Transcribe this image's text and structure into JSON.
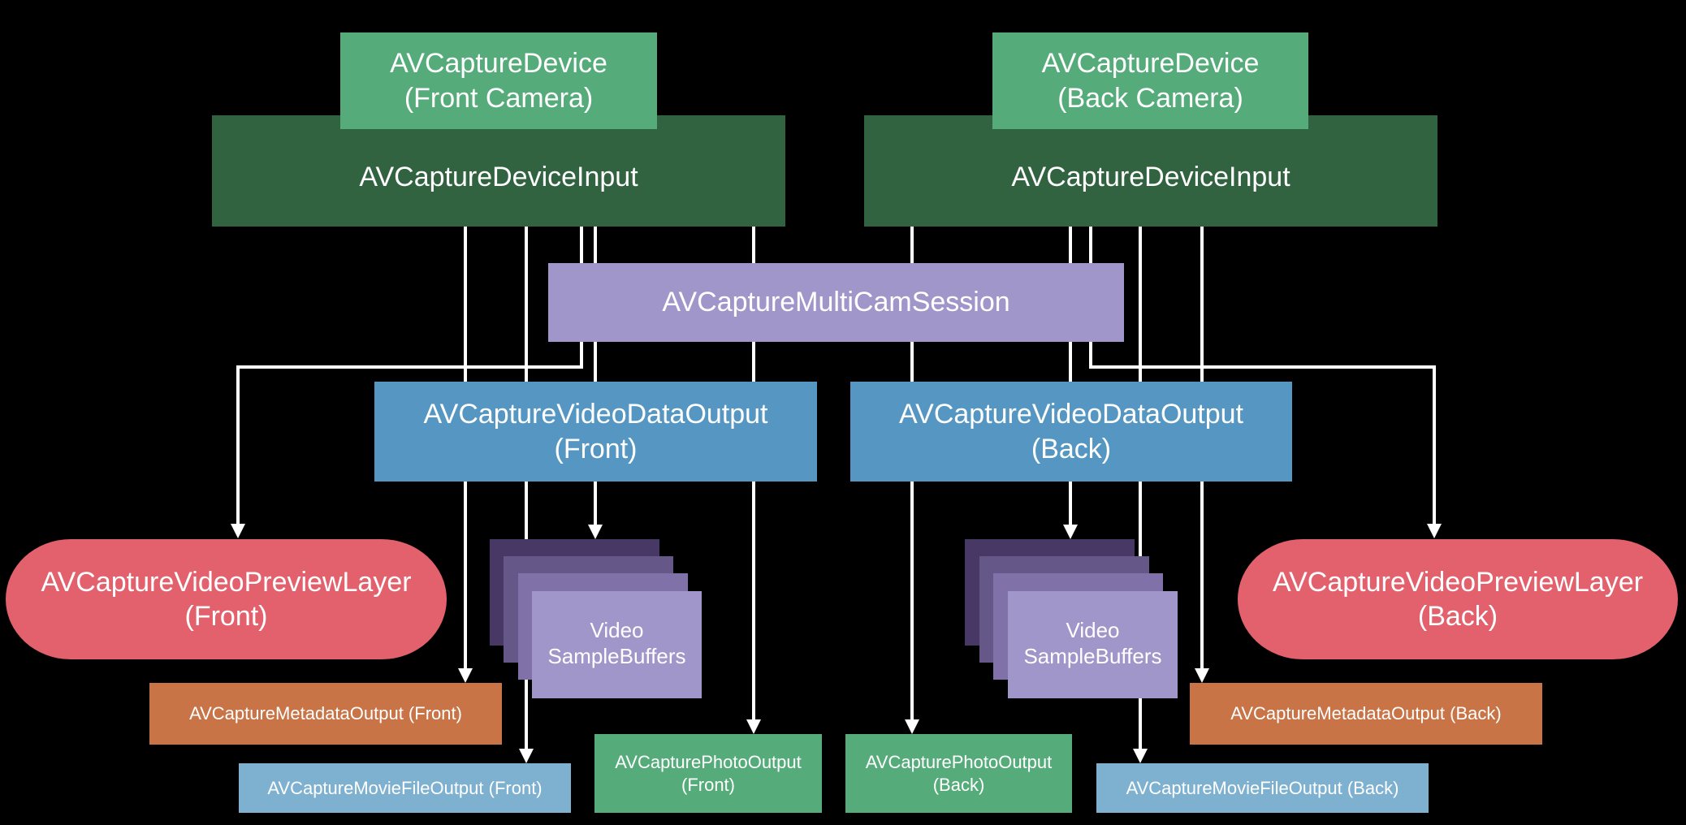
{
  "diagram": {
    "title": "AVCaptureMultiCamSession pipeline",
    "colors": {
      "background": "#000000",
      "device": "#55ac7a",
      "device_input": "#316340",
      "session": "#a096c9",
      "video_data_output": "#5597c2",
      "preview_layer": "#e2616d",
      "metadata_output": "#c97447",
      "movie_file_output": "#7eb0d0",
      "photo_output": "#55ac7a",
      "connector": "#ffffff"
    },
    "front": {
      "device": [
        "AVCaptureDevice",
        "(Front Camera)"
      ],
      "device_input": "AVCaptureDeviceInput",
      "video_data_output": [
        "AVCaptureVideoDataOutput",
        "(Front)"
      ],
      "preview_layer": [
        "AVCaptureVideoPreviewLayer",
        "(Front)"
      ],
      "sample_buffers": [
        "Video",
        "SampleBuffers"
      ],
      "metadata_output": "AVCaptureMetadataOutput (Front)",
      "movie_file_output": "AVCaptureMovieFileOutput (Front)",
      "photo_output": [
        "AVCapturePhotoOutput",
        "(Front)"
      ]
    },
    "session": "AVCaptureMultiCamSession",
    "back": {
      "device": [
        "AVCaptureDevice",
        "(Back Camera)"
      ],
      "device_input": "AVCaptureDeviceInput",
      "video_data_output": [
        "AVCaptureVideoDataOutput",
        "(Back)"
      ],
      "preview_layer": [
        "AVCaptureVideoPreviewLayer",
        "(Back)"
      ],
      "sample_buffers": [
        "Video",
        "SampleBuffers"
      ],
      "metadata_output": "AVCaptureMetadataOutput (Back)",
      "movie_file_output": "AVCaptureMovieFileOutput (Back)",
      "photo_output": [
        "AVCapturePhotoOutput",
        "(Back)"
      ]
    },
    "connections": [
      {
        "from": "front.device_input",
        "to": "front.metadata_output"
      },
      {
        "from": "front.device_input",
        "to": "front.movie_file_output"
      },
      {
        "from": "front.device_input",
        "to": "front.preview_layer"
      },
      {
        "from": "front.device_input",
        "to": "front.video_data_output"
      },
      {
        "from": "front.video_data_output",
        "to": "front.sample_buffers"
      },
      {
        "from": "front.device_input",
        "to": "front.photo_output"
      },
      {
        "from": "back.device_input",
        "to": "back.photo_output"
      },
      {
        "from": "back.device_input",
        "to": "back.video_data_output"
      },
      {
        "from": "back.video_data_output",
        "to": "back.sample_buffers"
      },
      {
        "from": "back.device_input",
        "to": "back.preview_layer"
      },
      {
        "from": "back.device_input",
        "to": "back.movie_file_output"
      },
      {
        "from": "back.device_input",
        "to": "back.metadata_output"
      }
    ]
  }
}
